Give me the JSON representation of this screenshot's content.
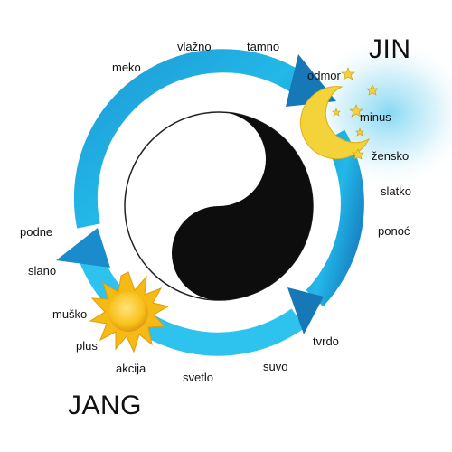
{
  "jin": {
    "title": "JIN",
    "words": [
      "odmor",
      "minus",
      "žensko",
      "slatko",
      "ponoć",
      "tvrdo",
      "suvo",
      "tamno",
      "vlažno",
      "meko"
    ]
  },
  "jang": {
    "title": "JANG",
    "words": [
      "podne",
      "slano",
      "muško",
      "plus",
      "akcija",
      "svetlo"
    ]
  },
  "colors": {
    "ring_light": "#3dd0f2",
    "ring_dark": "#1178b8",
    "yin": "#0d0d0d",
    "yang": "#ffffff",
    "sun": "#f7c21a",
    "moon": "#f5d33a",
    "night_glow": "#a8e4f6"
  },
  "icons": [
    "yin-yang-icon",
    "sun-icon",
    "moon-icon",
    "star-icon"
  ]
}
